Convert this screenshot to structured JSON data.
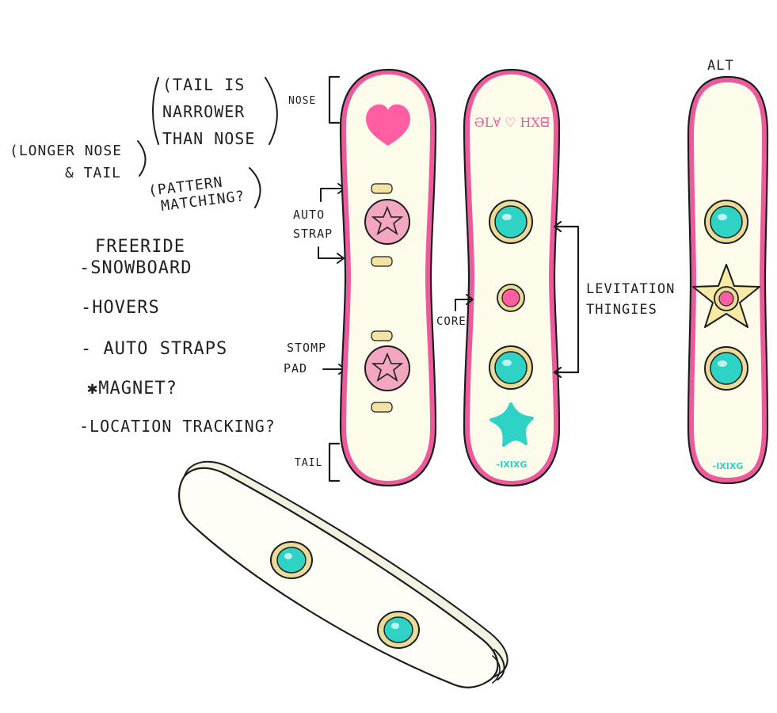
{
  "notes": {
    "tail_note": [
      "(TAIL IS",
      "NARROWER",
      "THAN NOSE"
    ],
    "longer_note": [
      "(LONGER NOSE",
      "& TAIL"
    ],
    "pattern_note": [
      "(PATTERN",
      "MATCHING?"
    ],
    "feature_list": [
      "FREERIDE",
      "-SNOWBOARD",
      "-HOVERS",
      "- AUTO STRAPS",
      "✱MAGNET?",
      "-LOCATION TRACKING?"
    ]
  },
  "labels": {
    "nose": "NOSE",
    "auto_strap": [
      "AUTO",
      "STRAP"
    ],
    "stomp_pad": [
      "STOMP",
      "PAD"
    ],
    "tail": "TAIL",
    "core": "CORE",
    "levitation": [
      "LEVITATION",
      "THINGIES"
    ],
    "alt": "ALT"
  },
  "board_text": {
    "nose_script": "ƏⅬ∀ ♡ ΗXᗺ",
    "logo": "-IXIXG"
  },
  "colors": {
    "board_fill": "#fdfbe9",
    "rim_pink": "#ec5a9c",
    "heart_pink": "#ff5fa2",
    "pad_pink": "#f2a6bf",
    "teal": "#2fd3c6",
    "gold": "#e9dc9a",
    "strap_yellow": "#f3e3a2",
    "ink": "#1c1c1c"
  },
  "icons": [
    "heart-icon",
    "star-icon",
    "levitation-disc-icon",
    "core-orb-icon",
    "stomp-pad-icon"
  ]
}
